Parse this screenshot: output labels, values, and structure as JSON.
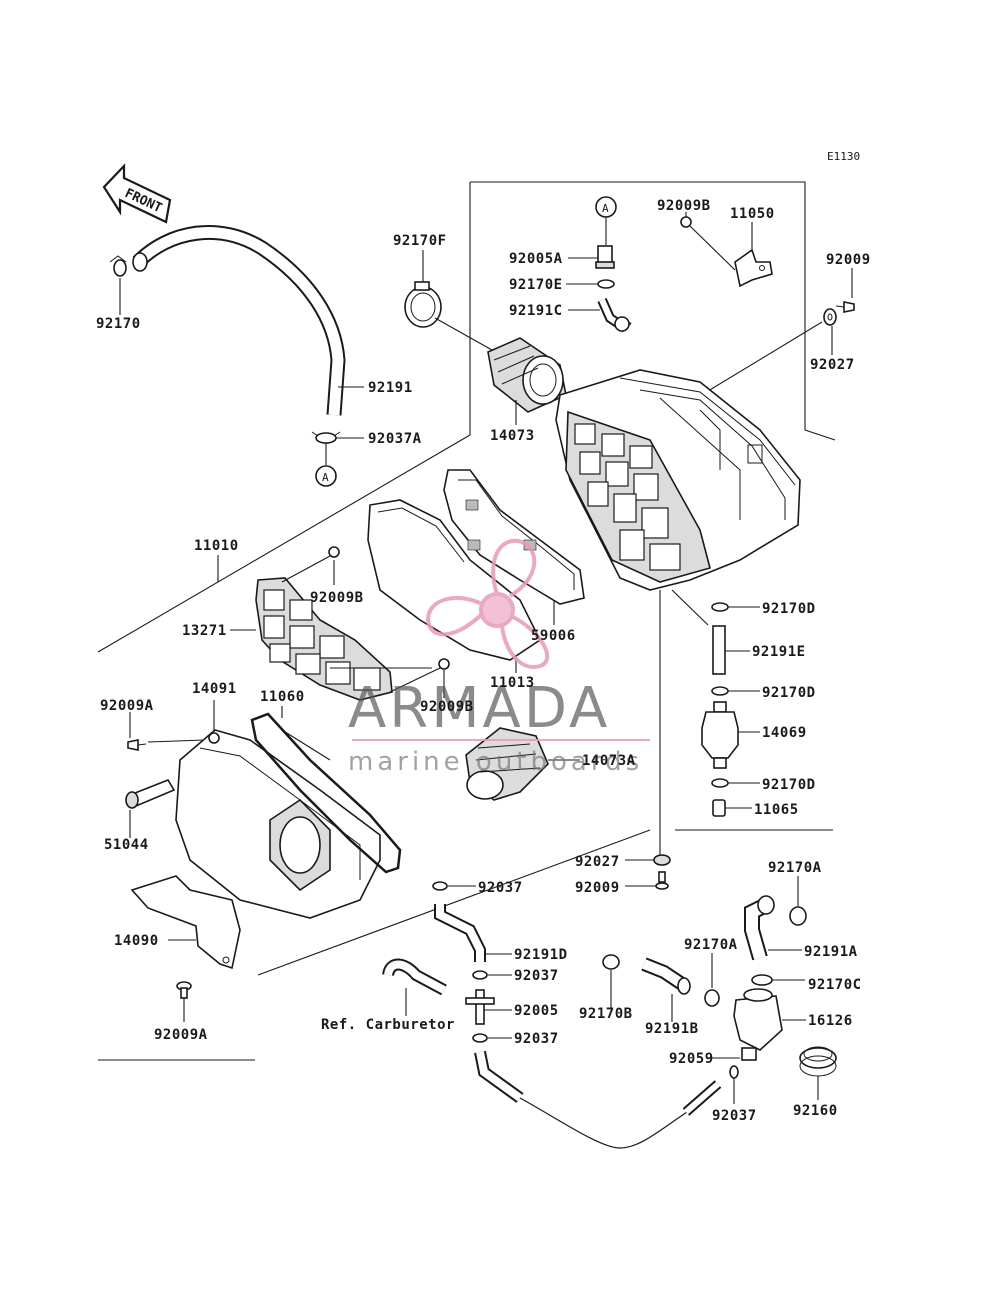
{
  "diagram_code": "E1130",
  "front_label": "FRONT",
  "ref_marker": "A",
  "ref_text": "Ref. Carburetor",
  "watermark": {
    "brand": "ARMADA",
    "tagline": "marine outboards",
    "color": "#e89ab8"
  },
  "labels": {
    "p92170": "92170",
    "p92191": "92191",
    "p92037A": "92037A",
    "p92170F": "92170F",
    "p14073": "14073",
    "p92005A": "92005A",
    "p92170E": "92170E",
    "p92191C": "92191C",
    "p92009B_top": "92009B",
    "p11050": "11050",
    "p92009_top": "92009",
    "p92027_top": "92027",
    "p11010": "11010",
    "p92009B_mid": "92009B",
    "p13271": "13271",
    "p59006": "59006",
    "p11013": "11013",
    "p92009B_low": "92009B",
    "p14073A": "14073A",
    "p92170D_1": "92170D",
    "p92191E": "92191E",
    "p92170D_2": "92170D",
    "p14069": "14069",
    "p92170D_3": "92170D",
    "p11065": "11065",
    "p92009A_top": "92009A",
    "p14091": "14091",
    "p11060": "11060",
    "p51044": "51044",
    "p14090": "14090",
    "p92009A_bot": "92009A",
    "p92027_bot": "92027",
    "p92009_bot": "92009",
    "p92037_1": "92037",
    "p92191D": "92191D",
    "p92037_2": "92037",
    "p92005": "92005",
    "p92037_3": "92037",
    "p92170A_1": "92170A",
    "p92170A_2": "92170A",
    "p92191A": "92191A",
    "p92170C": "92170C",
    "p92170B": "92170B",
    "p92191B": "92191B",
    "p16126": "16126",
    "p92059": "92059",
    "p92037_4": "92037",
    "p92160": "92160"
  }
}
